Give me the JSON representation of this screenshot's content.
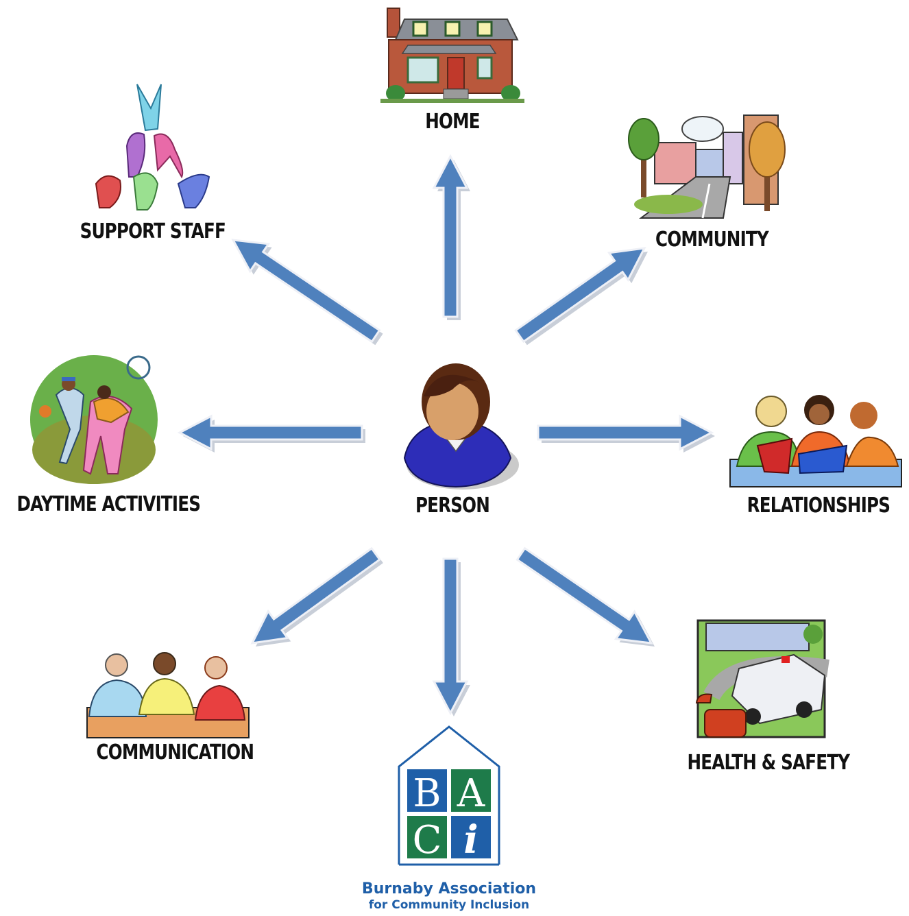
{
  "colors": {
    "arrow": "#4f81bd",
    "arrow_outline": "#c8ced8",
    "logo_blue": "#1f5fa8",
    "logo_green": "#1e7b4a",
    "logo_frame": "#1f5fa8"
  },
  "center": {
    "label": "PERSON",
    "icon": "person-icon"
  },
  "nodes": {
    "home": {
      "label": "HOME",
      "icon": "house-icon"
    },
    "community": {
      "label": "COMMUNITY",
      "icon": "town-street-icon"
    },
    "relationships": {
      "label": "RELATIONSHIPS",
      "icon": "friends-reading-icon"
    },
    "health": {
      "label": "HEALTH & SAFETY",
      "icon": "ambulance-hospital-icon"
    },
    "communication": {
      "label": "COMMUNICATION",
      "icon": "people-talking-icon"
    },
    "daytime": {
      "label": "DAYTIME ACTIVITIES",
      "icon": "basketball-players-icon"
    },
    "support": {
      "label": "SUPPORT STAFF",
      "icon": "people-lifting-icon"
    }
  },
  "logo": {
    "letters": [
      "B",
      "A",
      "C",
      "i"
    ],
    "line1": "Burnaby Association",
    "line2": "for Community Inclusion"
  }
}
